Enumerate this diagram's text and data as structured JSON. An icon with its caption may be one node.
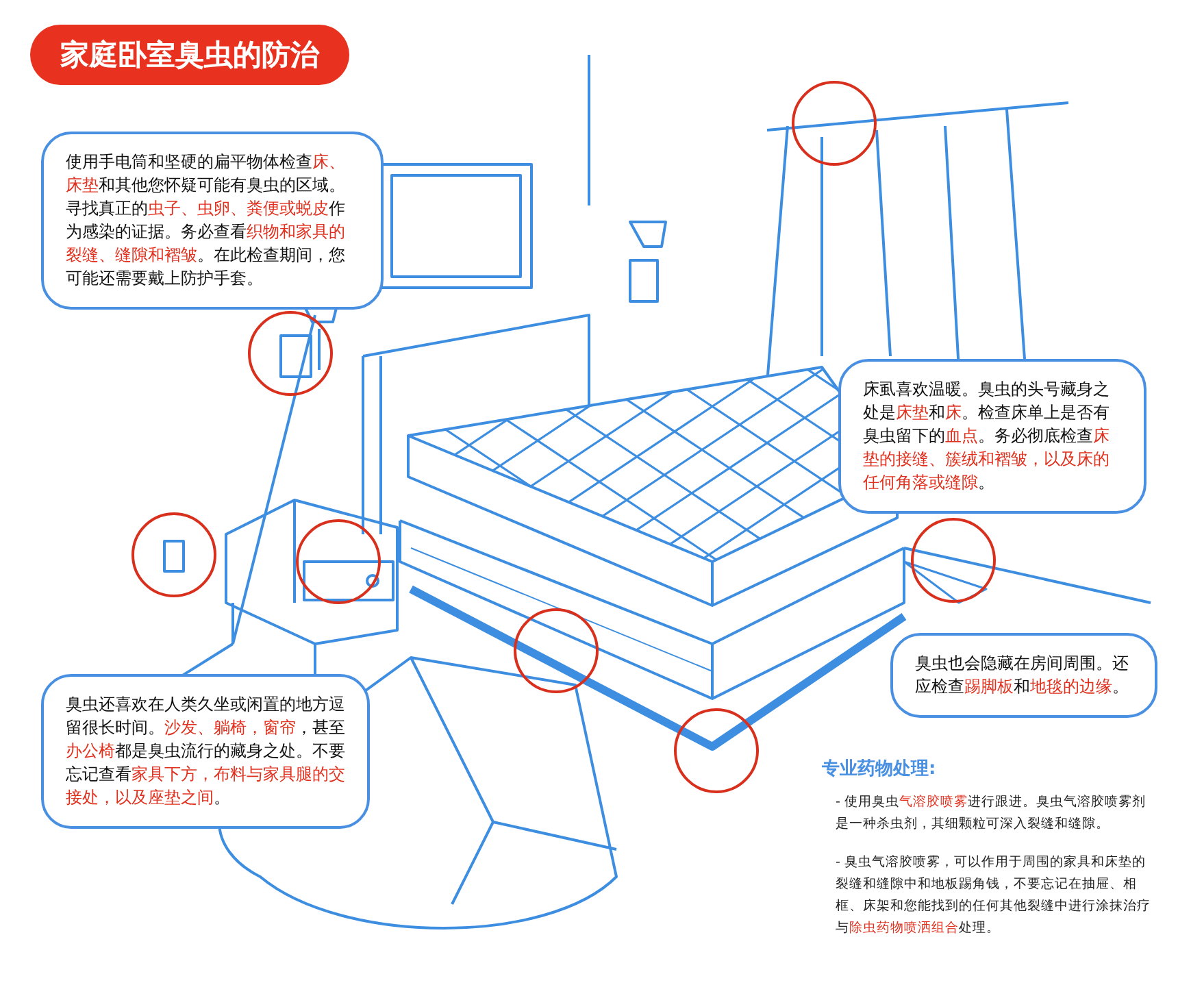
{
  "diagram": {
    "title": "家庭卧室臭虫的防治",
    "nodes": [
      {
        "text": [
          "使用手电筒和坚硬的扁平物体检查**床、床垫**和其他您怀疑可能有臭虫的区域。寻找真正的**虫子、虫卵、粪便或蜕皮**作为感染的证据。务必查看**织物和家具的裂缝、缝隙和褶皱**。在此检查期间，您可能还需要戴上防护手套。"
        ]
      },
      {
        "text": [
          "床虱喜欢温暖。臭虫的头号藏身之处是**床垫**和**床**。检查床单上是否有臭虫留下的**血点**。务必彻底检查**床垫的接缝、簇绒和褶皱，以及床的任何角落或缝隙**。"
        ]
      },
      {
        "text": [
          "臭虫也会隐藏在房间周围。还应检查**踢脚板**和**地毯的边缘**。"
        ]
      },
      {
        "text": [
          "臭虫还喜欢在人类久坐或闲置的地方逗留很长时间。**沙发、躺椅，窗帘**，甚至**办公椅**都是臭虫流行的藏身之处。不要忘记查看**家具下方，布料与家具腿的交接处，以及座垫之间**。"
        ]
      }
    ],
    "labels": [
      "专业药物处理:",
      "- 使用臭虫**气溶胶喷雾**进行跟进。臭虫气溶胶喷雾剂是一种杀虫剂，其细颗粒可深入裂缝和缝隙。",
      "- 臭虫气溶胶喷雾，可以作用于周围的家具和床垫的裂缝和缝隙中和地板踢角钱，不要忘记在抽屉、相框、床架和您能找到的任何其他裂缝中进行涂抹治疗与**除虫药物喷洒组合**处理。"
    ]
  }
}
